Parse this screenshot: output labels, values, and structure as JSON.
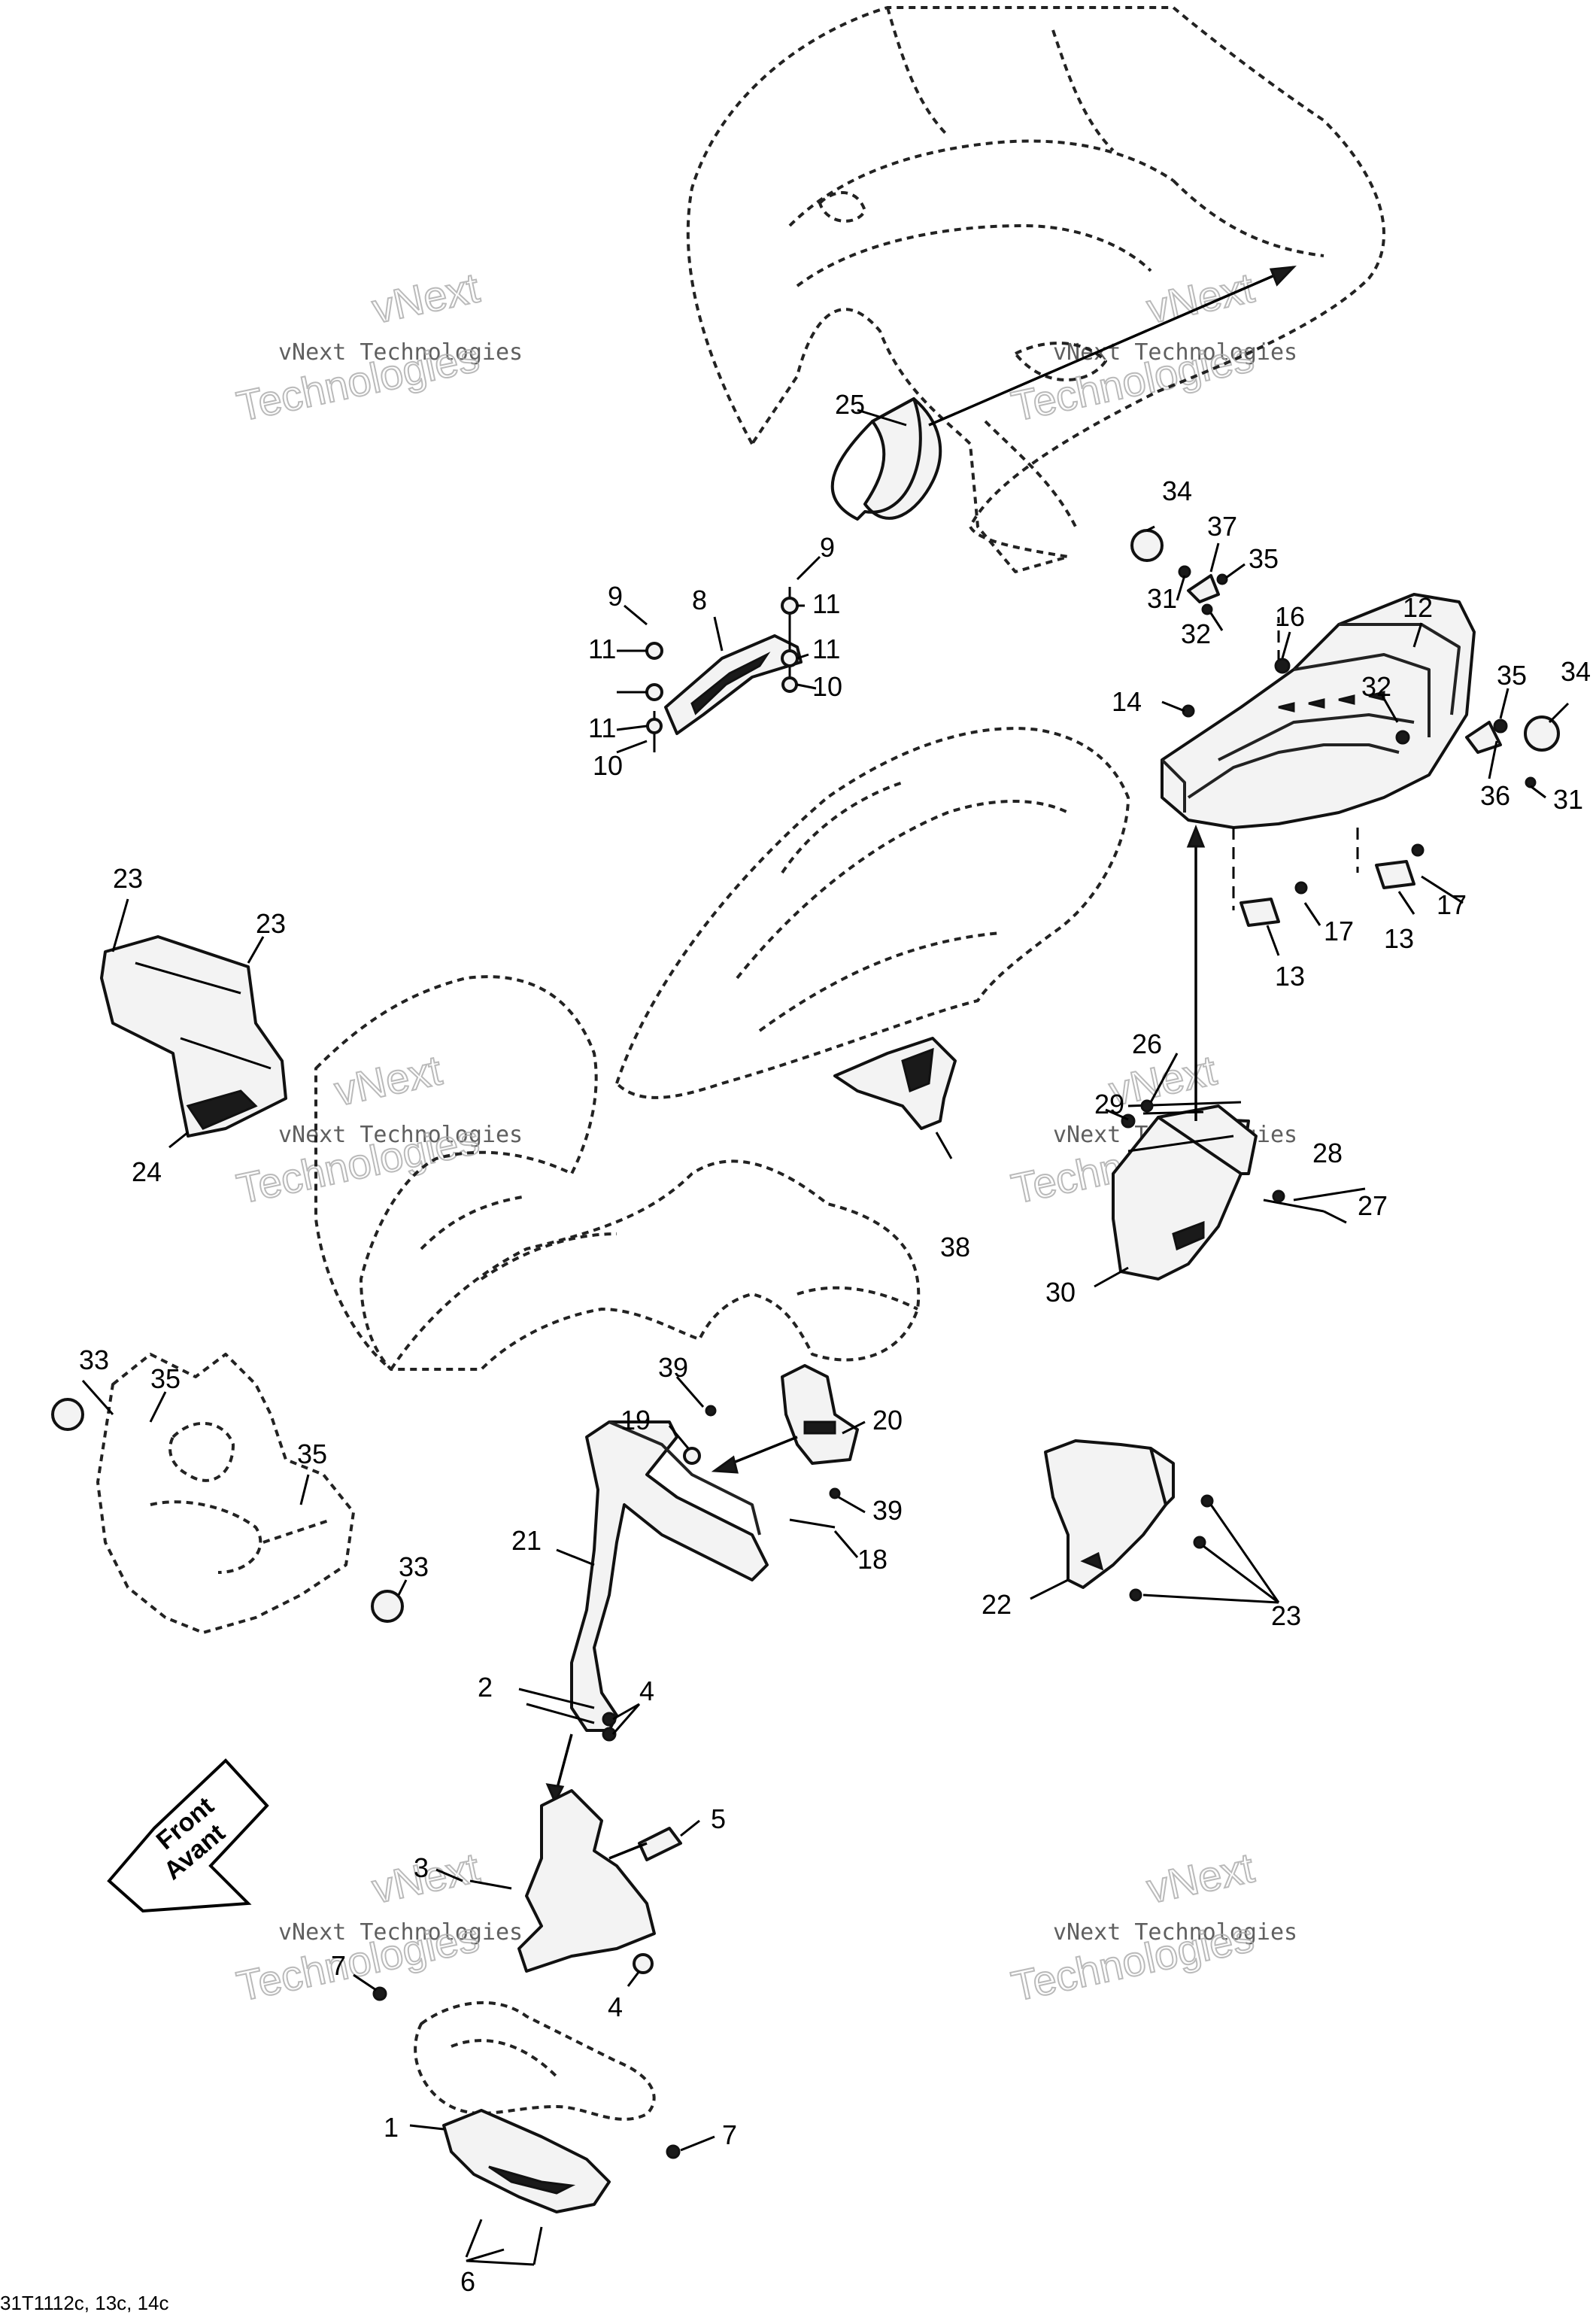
{
  "diagram_ref": "31T1112c, 13c, 14c",
  "watermark": {
    "line1": "vNext",
    "line2": "vNext Technologies",
    "line3": "Technologies"
  },
  "direction_badge": {
    "line1": "Front",
    "line2": "Avant"
  },
  "callouts": {
    "c1": "1",
    "c2": "2",
    "c3": "3",
    "c4a": "4",
    "c4b": "4",
    "c5": "5",
    "c6": "6",
    "c7a": "7",
    "c7b": "7",
    "c8": "8",
    "c9a": "9",
    "c9b": "9",
    "c10a": "10",
    "c10b": "10",
    "c11a": "11",
    "c11b": "11",
    "c11c": "11",
    "c11d": "11",
    "c12": "12",
    "c13a": "13",
    "c13b": "13",
    "c14": "14",
    "c16": "16",
    "c17a": "17",
    "c17b": "17",
    "c18": "18",
    "c19": "19",
    "c20": "20",
    "c21": "21",
    "c22": "22",
    "c23a": "23",
    "c23b": "23",
    "c23c": "23",
    "c24": "24",
    "c25": "25",
    "c26": "26",
    "c27": "27",
    "c28": "28",
    "c29": "29",
    "c30": "30",
    "c31a": "31",
    "c31b": "31",
    "c32a": "32",
    "c32b": "32",
    "c33a": "33",
    "c33b": "33",
    "c34a": "34",
    "c34b": "34",
    "c35a": "35",
    "c35b": "35",
    "c35c": "35",
    "c35d": "35",
    "c36": "36",
    "c37": "37",
    "c38": "38",
    "c39a": "39",
    "c39b": "39"
  }
}
